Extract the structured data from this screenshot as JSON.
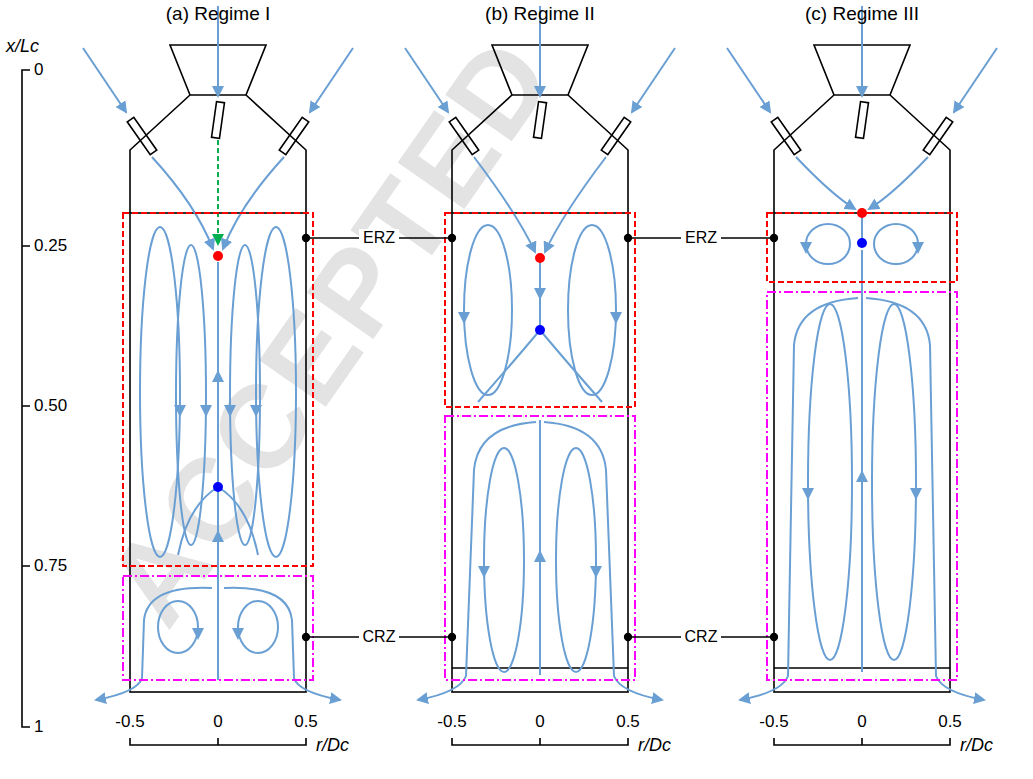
{
  "diagram": {
    "labels": [
      "(a) Regime I",
      "(b) Regime II",
      "(c) Regime III",
      "x/Lc",
      "0",
      "0.25",
      "0.50",
      "0.75",
      "1",
      "ERZ",
      "ERZ",
      "CRZ",
      "CRZ",
      "-0.5",
      "0",
      "0.5",
      "r/Dc",
      "-0.5",
      "0",
      "0.5",
      "r/Dc",
      "-0.5",
      "0",
      "0.5",
      "r/Dc",
      "ACCEPTED"
    ]
  }
}
